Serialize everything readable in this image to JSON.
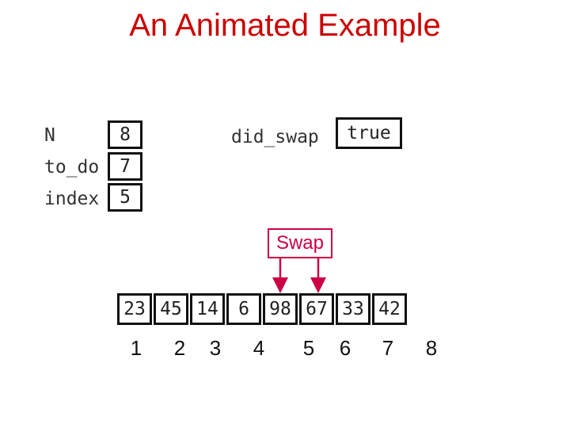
{
  "slide": {
    "title": "An Animated Example"
  },
  "variables": [
    {
      "label": "N",
      "value": "8"
    },
    {
      "label": "to_do",
      "value": "7"
    },
    {
      "label": "index",
      "value": "5"
    }
  ],
  "did_swap": {
    "label": "did_swap",
    "value": "true"
  },
  "swap_tag": "Swap",
  "array": {
    "values": [
      "23",
      "45",
      "14",
      "6",
      "98",
      "67",
      "33",
      "42"
    ],
    "indices": [
      "1",
      "2",
      "3",
      "4",
      "5",
      "6",
      "7",
      "8"
    ]
  },
  "colors": {
    "title": "#cc0000",
    "swap": "#cc0044"
  }
}
